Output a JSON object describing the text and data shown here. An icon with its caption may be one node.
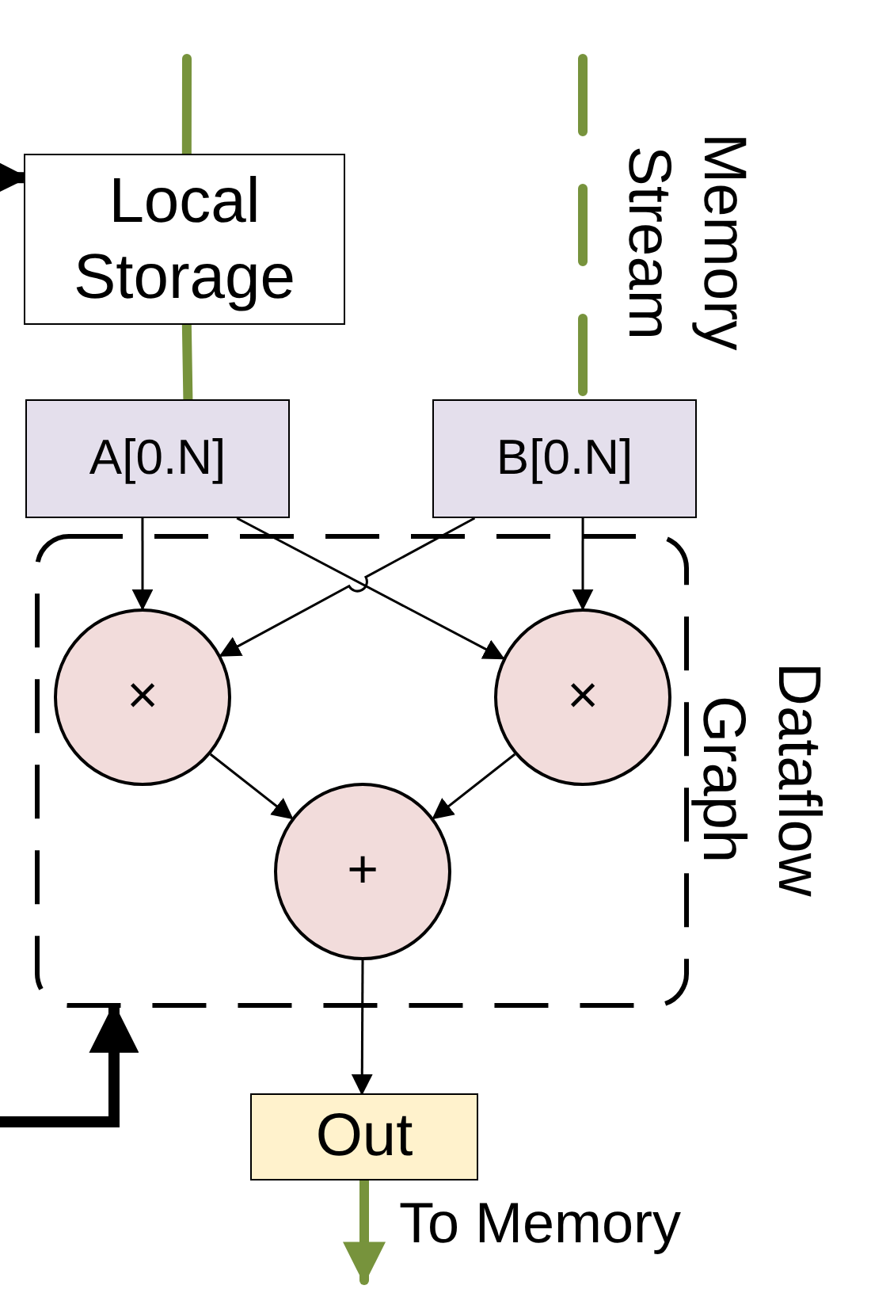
{
  "diagram": {
    "nodes": [
      {
        "text": [
          "Local Storage"
        ]
      },
      {
        "text": [
          "A[0.N]"
        ]
      },
      {
        "text": [
          "B[0.N]"
        ]
      },
      {
        "text": [
          "Dataflow Graph"
        ]
      },
      {
        "text": [
          "×"
        ],
        "in": 3
      },
      {
        "text": [
          "×"
        ],
        "in": 3
      },
      {
        "text": [
          "+"
        ],
        "in": 3
      },
      {
        "text": [
          "Out"
        ]
      }
    ],
    "edges": [
      {
        "from": null,
        "to": 0,
        "arrow": "none",
        "style": "thick",
        "color": "#77933c"
      },
      {
        "from": 0,
        "to": 1,
        "arrow": "none",
        "style": "thick",
        "color": "#77933c"
      },
      {
        "from": null,
        "to": 2,
        "arrow": "none",
        "style": "dashed",
        "color": "#77933c"
      },
      {
        "from": null,
        "to": 0,
        "arrow": "to",
        "style": "thick"
      },
      {
        "from": 1,
        "to": 4,
        "arrow": "to"
      },
      {
        "from": 1,
        "to": 5,
        "arrow": "to"
      },
      {
        "from": 2,
        "to": 5,
        "arrow": "to"
      },
      {
        "from": 2,
        "to": 4,
        "arrow": "to"
      },
      {
        "from": 4,
        "to": 6,
        "arrow": "to"
      },
      {
        "from": 5,
        "to": 6,
        "arrow": "to"
      },
      {
        "from": 6,
        "to": 7,
        "arrow": "to"
      },
      {
        "from": 7,
        "to": null,
        "arrow": "to",
        "label": "To Memory",
        "style": "thick",
        "color": "#77933c"
      },
      {
        "from": null,
        "to": 3,
        "arrow": "to",
        "style": "thick"
      }
    ],
    "labels": [
      "Memory Stream"
    ]
  }
}
